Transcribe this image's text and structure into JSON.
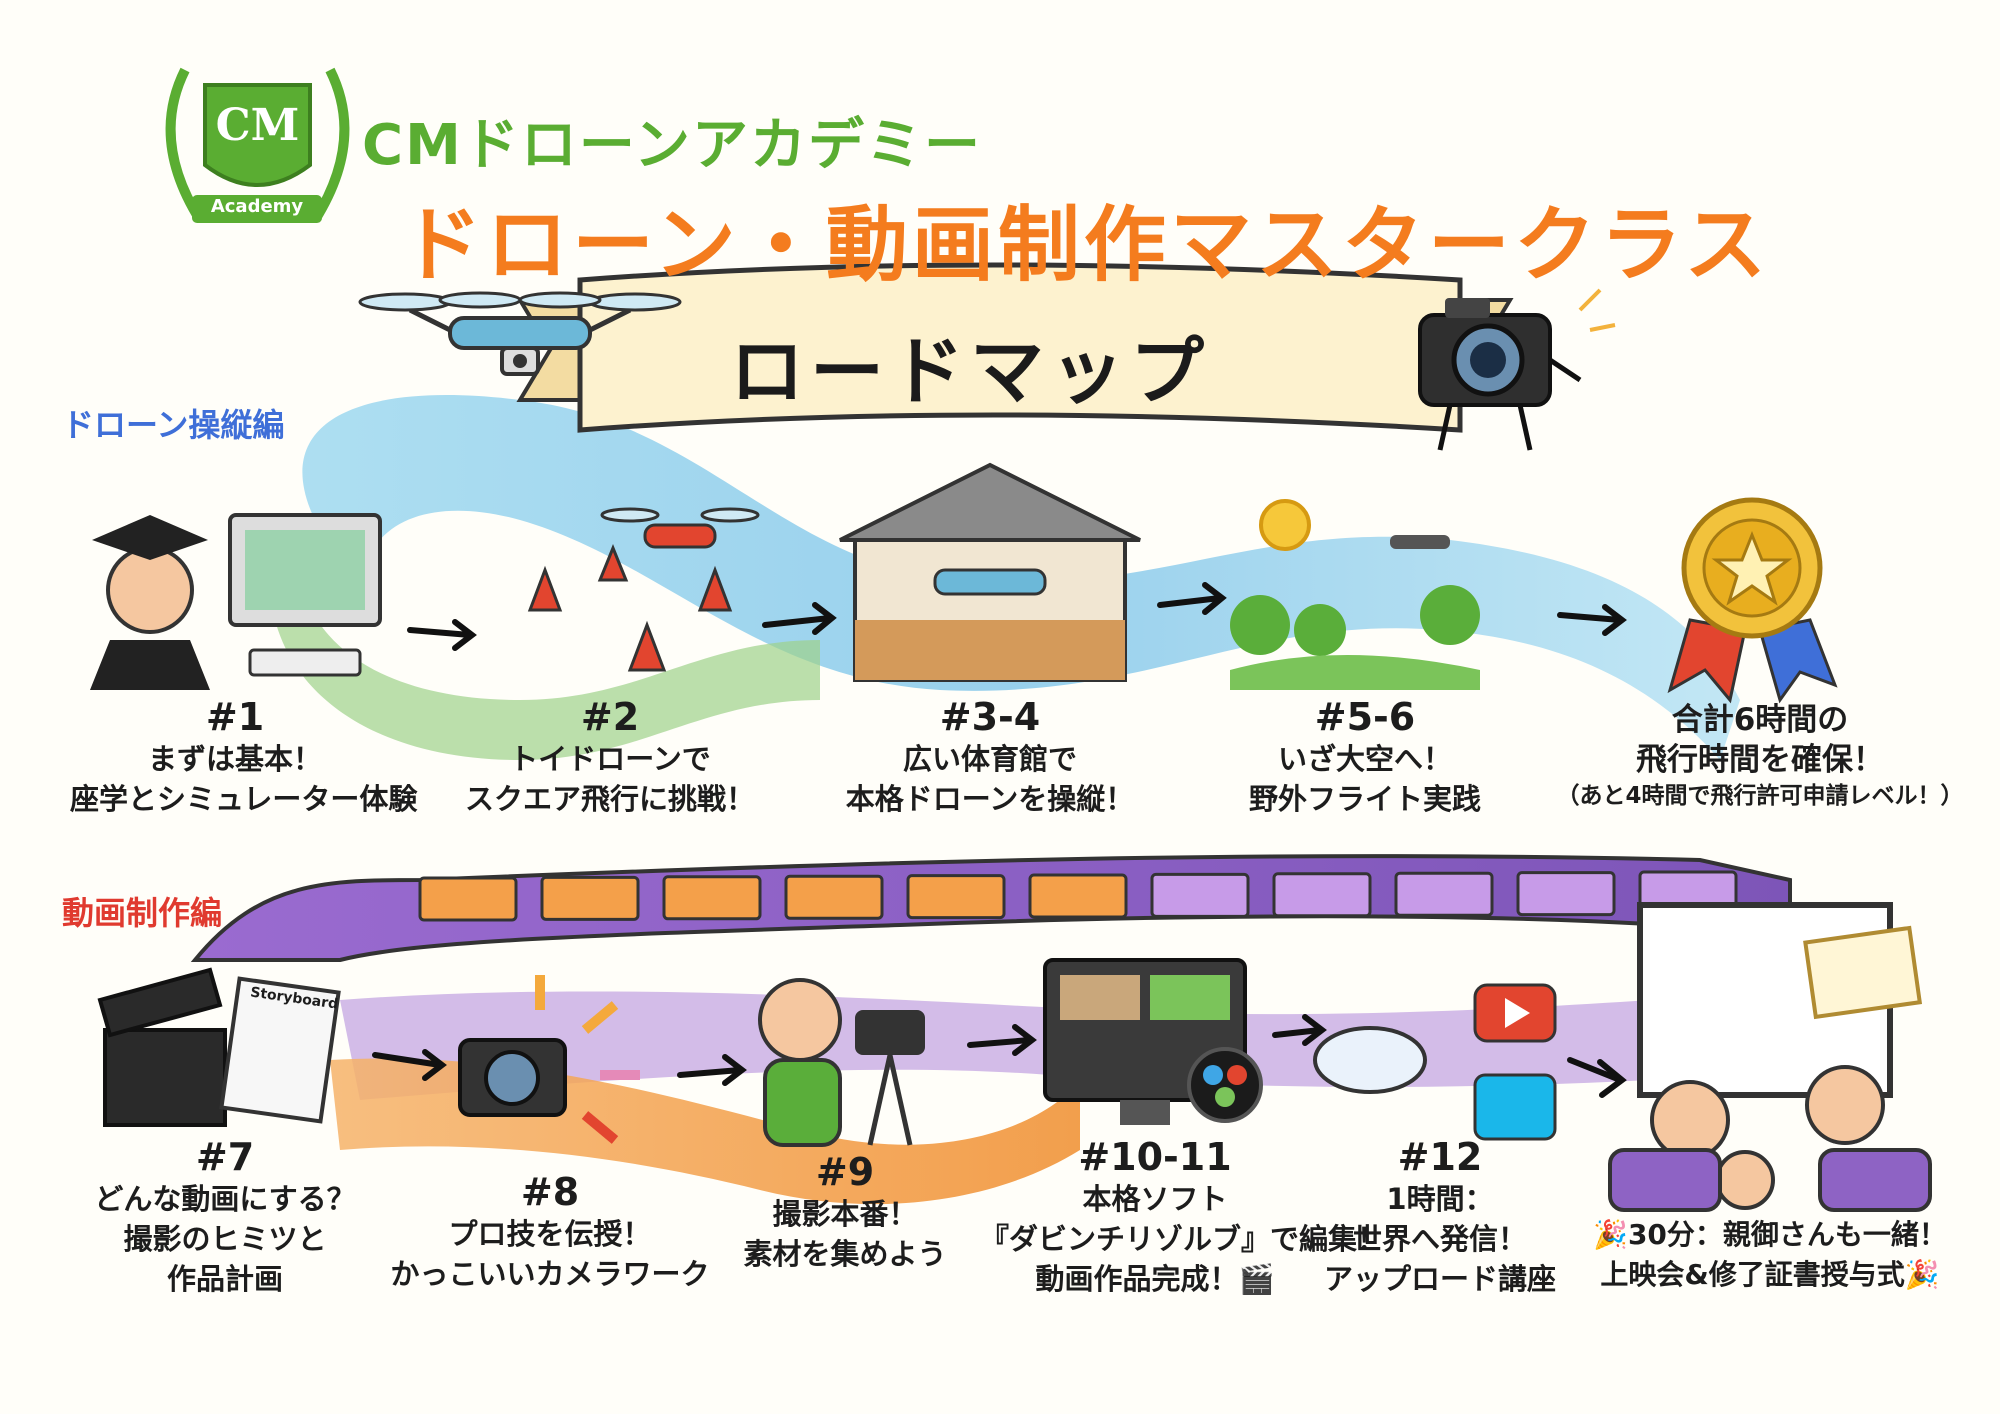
{
  "header": {
    "logo_text": "CM",
    "logo_sub": "Academy",
    "brand_name": "CMドローンアカデミー",
    "course_title": "ドローン・動画制作マスタークラス",
    "banner_title": "ロードマップ"
  },
  "sections": {
    "drone": "ドローン操縦編",
    "video": "動画制作編"
  },
  "drone_steps": [
    {
      "number": "#1",
      "lines": [
        "まずは基本！",
        "座学とシミュレーター体験"
      ]
    },
    {
      "number": "#2",
      "lines": [
        "トイドローンで",
        "スクエア飛行に挑戦！"
      ]
    },
    {
      "number": "#3-4",
      "lines": [
        "広い体育館で",
        "本格ドローンを操縦！"
      ]
    },
    {
      "number": "#5-6",
      "lines": [
        "いざ大空へ！",
        "野外フライト実践"
      ]
    }
  ],
  "drone_goal": {
    "lines": [
      "合計6時間の",
      "飛行時間を確保！"
    ],
    "note": "（あと4時間で飛行許可申請レベル！）"
  },
  "video_steps": [
    {
      "number": "#7",
      "lines": [
        "どんな動画にする？",
        "撮影のヒミツと",
        "作品計画"
      ]
    },
    {
      "number": "#8",
      "lines": [
        "プロ技を伝授！",
        "かっこいいカメラワーク"
      ]
    },
    {
      "number": "#9",
      "lines": [
        "撮影本番！",
        "素材を集めよう"
      ]
    },
    {
      "number": "#10-11",
      "lines": [
        "本格ソフト",
        "『ダビンチリゾルブ』で編集！",
        "動画作品完成！🎬"
      ]
    },
    {
      "number": "#12",
      "lines": [
        "1時間：",
        "世界へ発信！",
        "アップロード講座"
      ]
    }
  ],
  "video_goal": {
    "lines": [
      "🎉30分：親御さんも一緒！",
      "上映会&修了証書授与式🎉"
    ]
  },
  "illustration_text": {
    "storyboard": "Storyboard"
  },
  "colors": {
    "brand_green": "#5aad32",
    "title_orange": "#f47c1e",
    "drone_section_blue": "#3f6fd8",
    "video_section_red": "#e03a2f",
    "sky_path": "#8fd0ee",
    "film_purple": "#8e63c4",
    "film_orange": "#f4a04a"
  }
}
